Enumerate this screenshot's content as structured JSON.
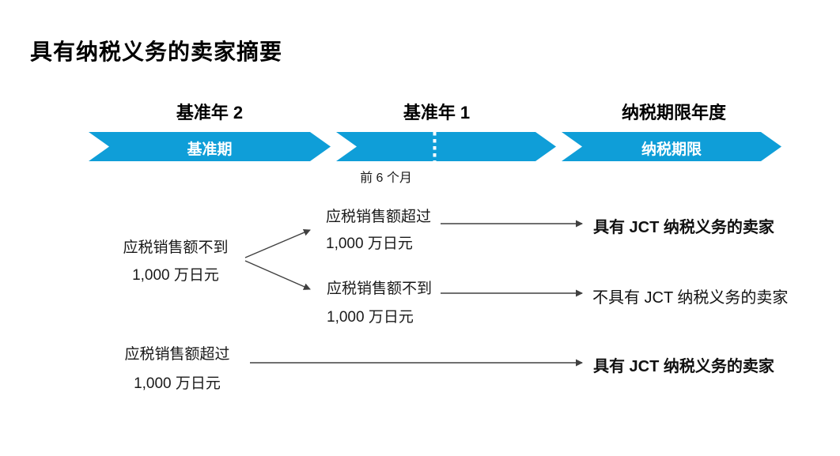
{
  "title": "具有纳税义务的卖家摘要",
  "colors": {
    "accent_blue": "#0f9ed8",
    "arrow_gray": "#404040",
    "band_text": "#ffffff",
    "text": "#1a1a1a"
  },
  "timeline": {
    "columns": [
      {
        "label": "基准年 2"
      },
      {
        "label": "基准年 1"
      },
      {
        "label": "纳税期限年度"
      }
    ],
    "bands": [
      {
        "label": "基准期"
      },
      {
        "label": ""
      },
      {
        "label": "纳税期限"
      }
    ],
    "sub_label": "前 6 个月"
  },
  "flow": {
    "nodes": {
      "base2_under": {
        "line1": "应税销售额不到",
        "line2": "1,000 万日元"
      },
      "base1_over": {
        "line1": "应税销售额超过",
        "line2": "1,000 万日元"
      },
      "base1_under": {
        "line1": "应税销售额不到",
        "line2": "1,000 万日元"
      },
      "base2_over": {
        "line1": "应税销售额超过",
        "line2": "1,000 万日元"
      }
    },
    "results": {
      "liable_top": "具有 JCT 纳税义务的卖家",
      "not_liable": "不具有 JCT 纳税义务的卖家",
      "liable_bottom": "具有 JCT 纳税义务的卖家"
    }
  }
}
